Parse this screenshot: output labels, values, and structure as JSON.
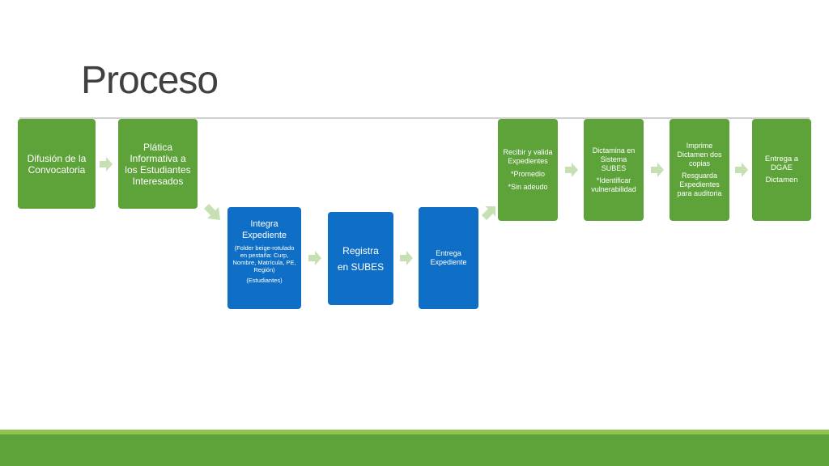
{
  "slide": {
    "title": "Proceso"
  },
  "steps": [
    {
      "id": "difusion",
      "lines": [
        "Difusión de la Convocatoria"
      ]
    },
    {
      "id": "platica",
      "lines": [
        "Plática Informativa a los Estudiantes Interesados"
      ]
    },
    {
      "id": "integra",
      "heading": "Integra Expediente",
      "detail": "(Folder beige-rotulado en pestaña: Curp, Nombre, Matrícula, PE, Región)",
      "note": "(Estudiantes)"
    },
    {
      "id": "registra",
      "line1": "Registra",
      "line2": "en SUBES"
    },
    {
      "id": "entrega_exp",
      "lines": [
        "Entrega Expediente"
      ]
    },
    {
      "id": "recibir",
      "line1": "Recibir y valida Expedientes",
      "line2": "*Promedio",
      "line3": "*Sin adeudo"
    },
    {
      "id": "dictamina",
      "line1": "Dictamina en Sistema SUBES",
      "line2": "*Identificar vulnerabilidad"
    },
    {
      "id": "imprime",
      "line1": "Imprime Dictamen dos copias",
      "line2": "Resguarda Expedientes para auditoria"
    },
    {
      "id": "entrega_dgae",
      "line1": "Entrega a DGAE",
      "line2": "Dictamen"
    }
  ],
  "colors": {
    "green": "#5ea33a",
    "blue": "#0f6fc6",
    "arrow": "#c6e0b4",
    "footer_light": "#8fc450",
    "footer_dark": "#5ea33a"
  }
}
